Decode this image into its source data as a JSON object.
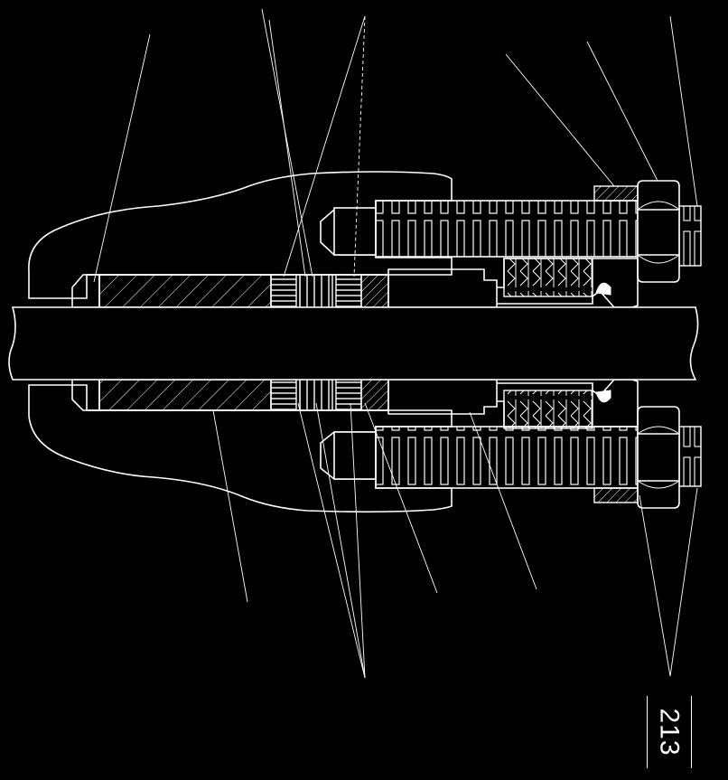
{
  "page_number": "213",
  "colors": {
    "background": "#000000",
    "line": "#ffffff"
  },
  "drawing": {
    "subject": "packing-gland-stuffing-box-cross-section",
    "hatch_spacing_px": 14
  }
}
